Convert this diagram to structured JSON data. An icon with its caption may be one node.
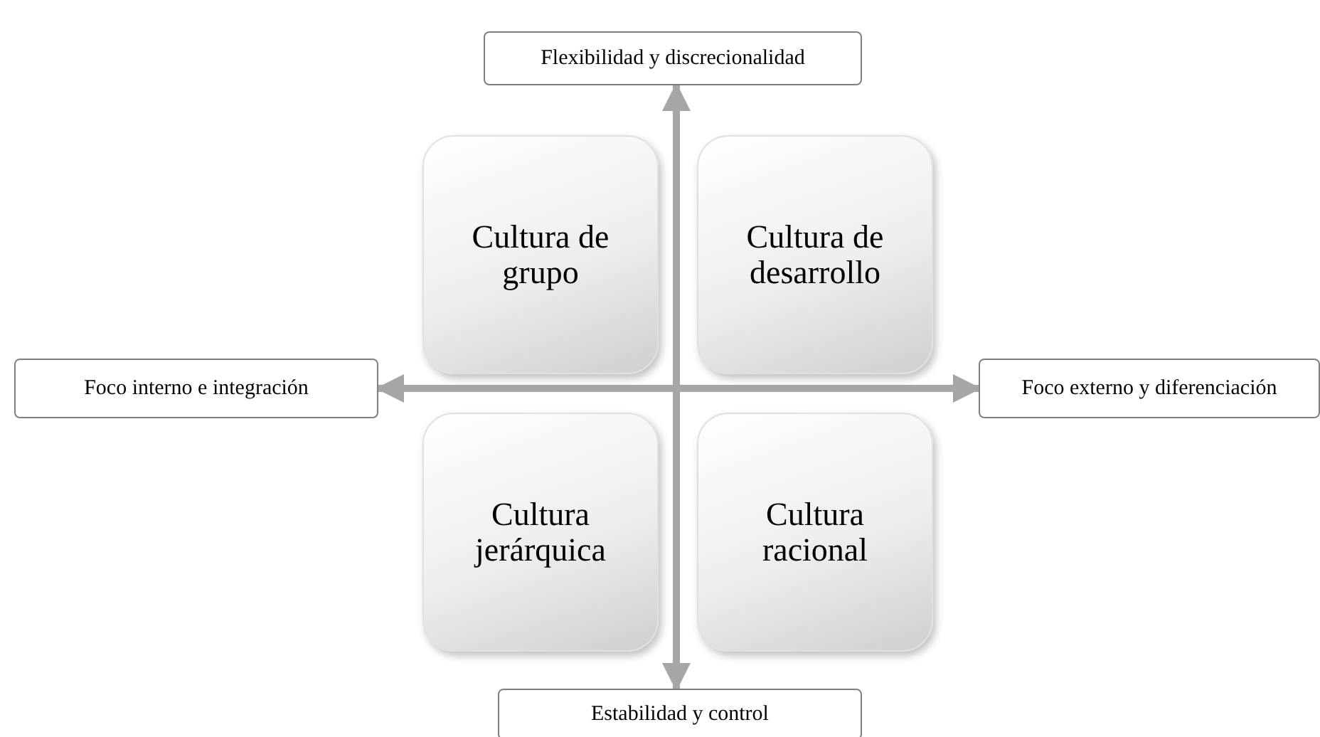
{
  "diagram": {
    "nodes": [
      {
        "text": [
          "Flexibilidad y discrecionalidad"
        ]
      },
      {
        "text": [
          "Foco interno e integración"
        ]
      },
      {
        "text": [
          "Foco externo y diferenciación"
        ]
      },
      {
        "text": [
          "Estabilidad y control"
        ]
      },
      {
        "text": [
          "Cultura de grupo"
        ]
      },
      {
        "text": [
          "Cultura de desarrollo"
        ]
      },
      {
        "text": [
          "Cultura jerárquica"
        ]
      },
      {
        "text": [
          "Cultura racional"
        ]
      }
    ],
    "edges": [
      {
        "from": 0,
        "to": 3,
        "arrow": "both"
      },
      {
        "from": 1,
        "to": 2,
        "arrow": "both"
      }
    ]
  }
}
